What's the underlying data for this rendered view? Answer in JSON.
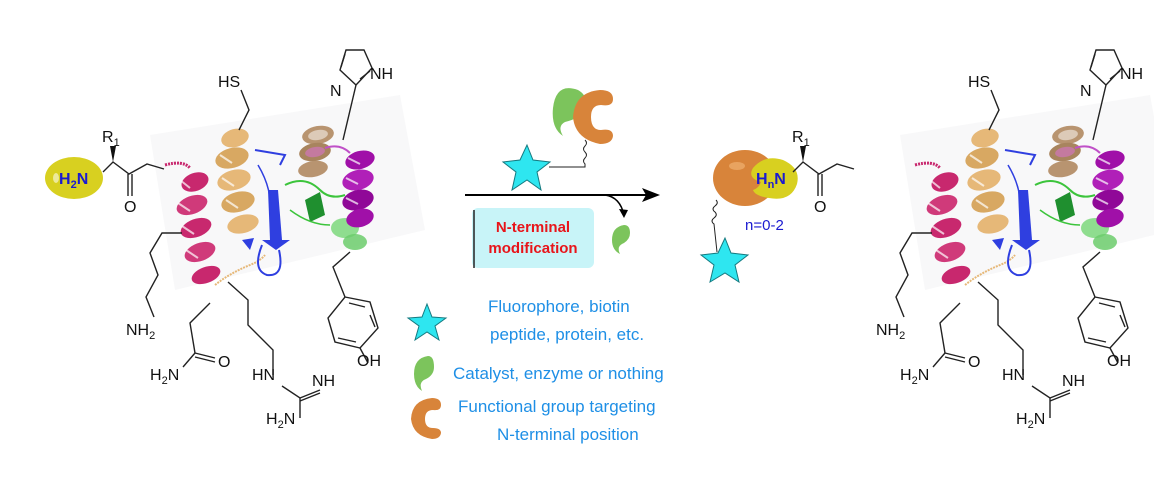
{
  "figure": {
    "type": "reaction-scheme",
    "topic": "N-terminal protein modification"
  },
  "reactant": {
    "n_terminus_label": "H2N",
    "n_terminus_label_main": "H",
    "n_terminus_sub": "2",
    "n_terminus_tail": "N",
    "alpha_substituent": "R",
    "alpha_substituent_sub": "1",
    "carbonyl": "O",
    "side_chains": {
      "cysteine": "HS",
      "histidine_n": "N",
      "histidine_nh": "NH",
      "lysine": "NH",
      "lysine_sub": "2",
      "asparagine_o": "O",
      "asparagine_n": "H",
      "asparagine_n_sub": "2",
      "asparagine_n_tail": "N",
      "arginine_hn": "HN",
      "arginine_nh": "NH",
      "arginine_h2n": "H",
      "arginine_h2n_sub": "2",
      "arginine_h2n_tail": "N",
      "tyrosine": "OH"
    },
    "helix_colors": {
      "pink": "#c8286e",
      "tan": "#e6b878",
      "brown": "#b89470",
      "blue": "#2f3fe0",
      "green": "#3cc43c",
      "purple": "#a010a8"
    }
  },
  "reaction": {
    "condition_line1": "N-terminal",
    "condition_line2": "modification",
    "condition_color": "#e8141a",
    "condition_box_color": "#c8f4f8",
    "byproduct": "catalyst-released"
  },
  "product": {
    "n_terminus_main": "H",
    "n_terminus_sub": "n",
    "n_terminus_tail": "N",
    "n_range": "n=0-2",
    "alpha_substituent": "R",
    "alpha_substituent_sub": "1",
    "carbonyl": "O"
  },
  "legend": {
    "items": [
      {
        "icon": "star-icon",
        "line1": "Fluorophore, biotin",
        "line2": "peptide, protein, etc.",
        "color": "#2ee6f0"
      },
      {
        "icon": "droplet-icon",
        "line1": "Catalyst, enzyme or nothing",
        "line2": "",
        "color": "#7cc45c"
      },
      {
        "icon": "crescent-icon",
        "line1": "Functional group targeting",
        "line2": "N-terminal position",
        "color": "#d8843a"
      }
    ],
    "text_color": "#1e8fe6"
  },
  "colors": {
    "star": "#2ee6f0",
    "catalyst": "#7cc45c",
    "functional_group": "#d8843a",
    "n_terminus_blob": "#d8d020",
    "n_label": "#1a1ad0"
  }
}
